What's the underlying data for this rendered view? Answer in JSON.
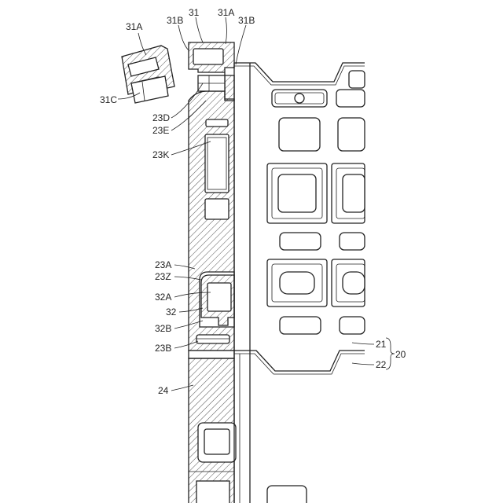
{
  "labels": {
    "l31A_detail": "31A",
    "l31B_left": "31B",
    "l31": "31",
    "l31A_top": "31A",
    "l31B_right": "31B",
    "l31C": "31C",
    "l23D": "23D",
    "l23E": "23E",
    "l23K": "23K",
    "l23A": "23A",
    "l23Z": "23Z",
    "l32A": "32A",
    "l32": "32",
    "l32B": "32B",
    "l23B": "23B",
    "l24": "24",
    "l21": "21",
    "l22": "22",
    "l20": "20"
  }
}
